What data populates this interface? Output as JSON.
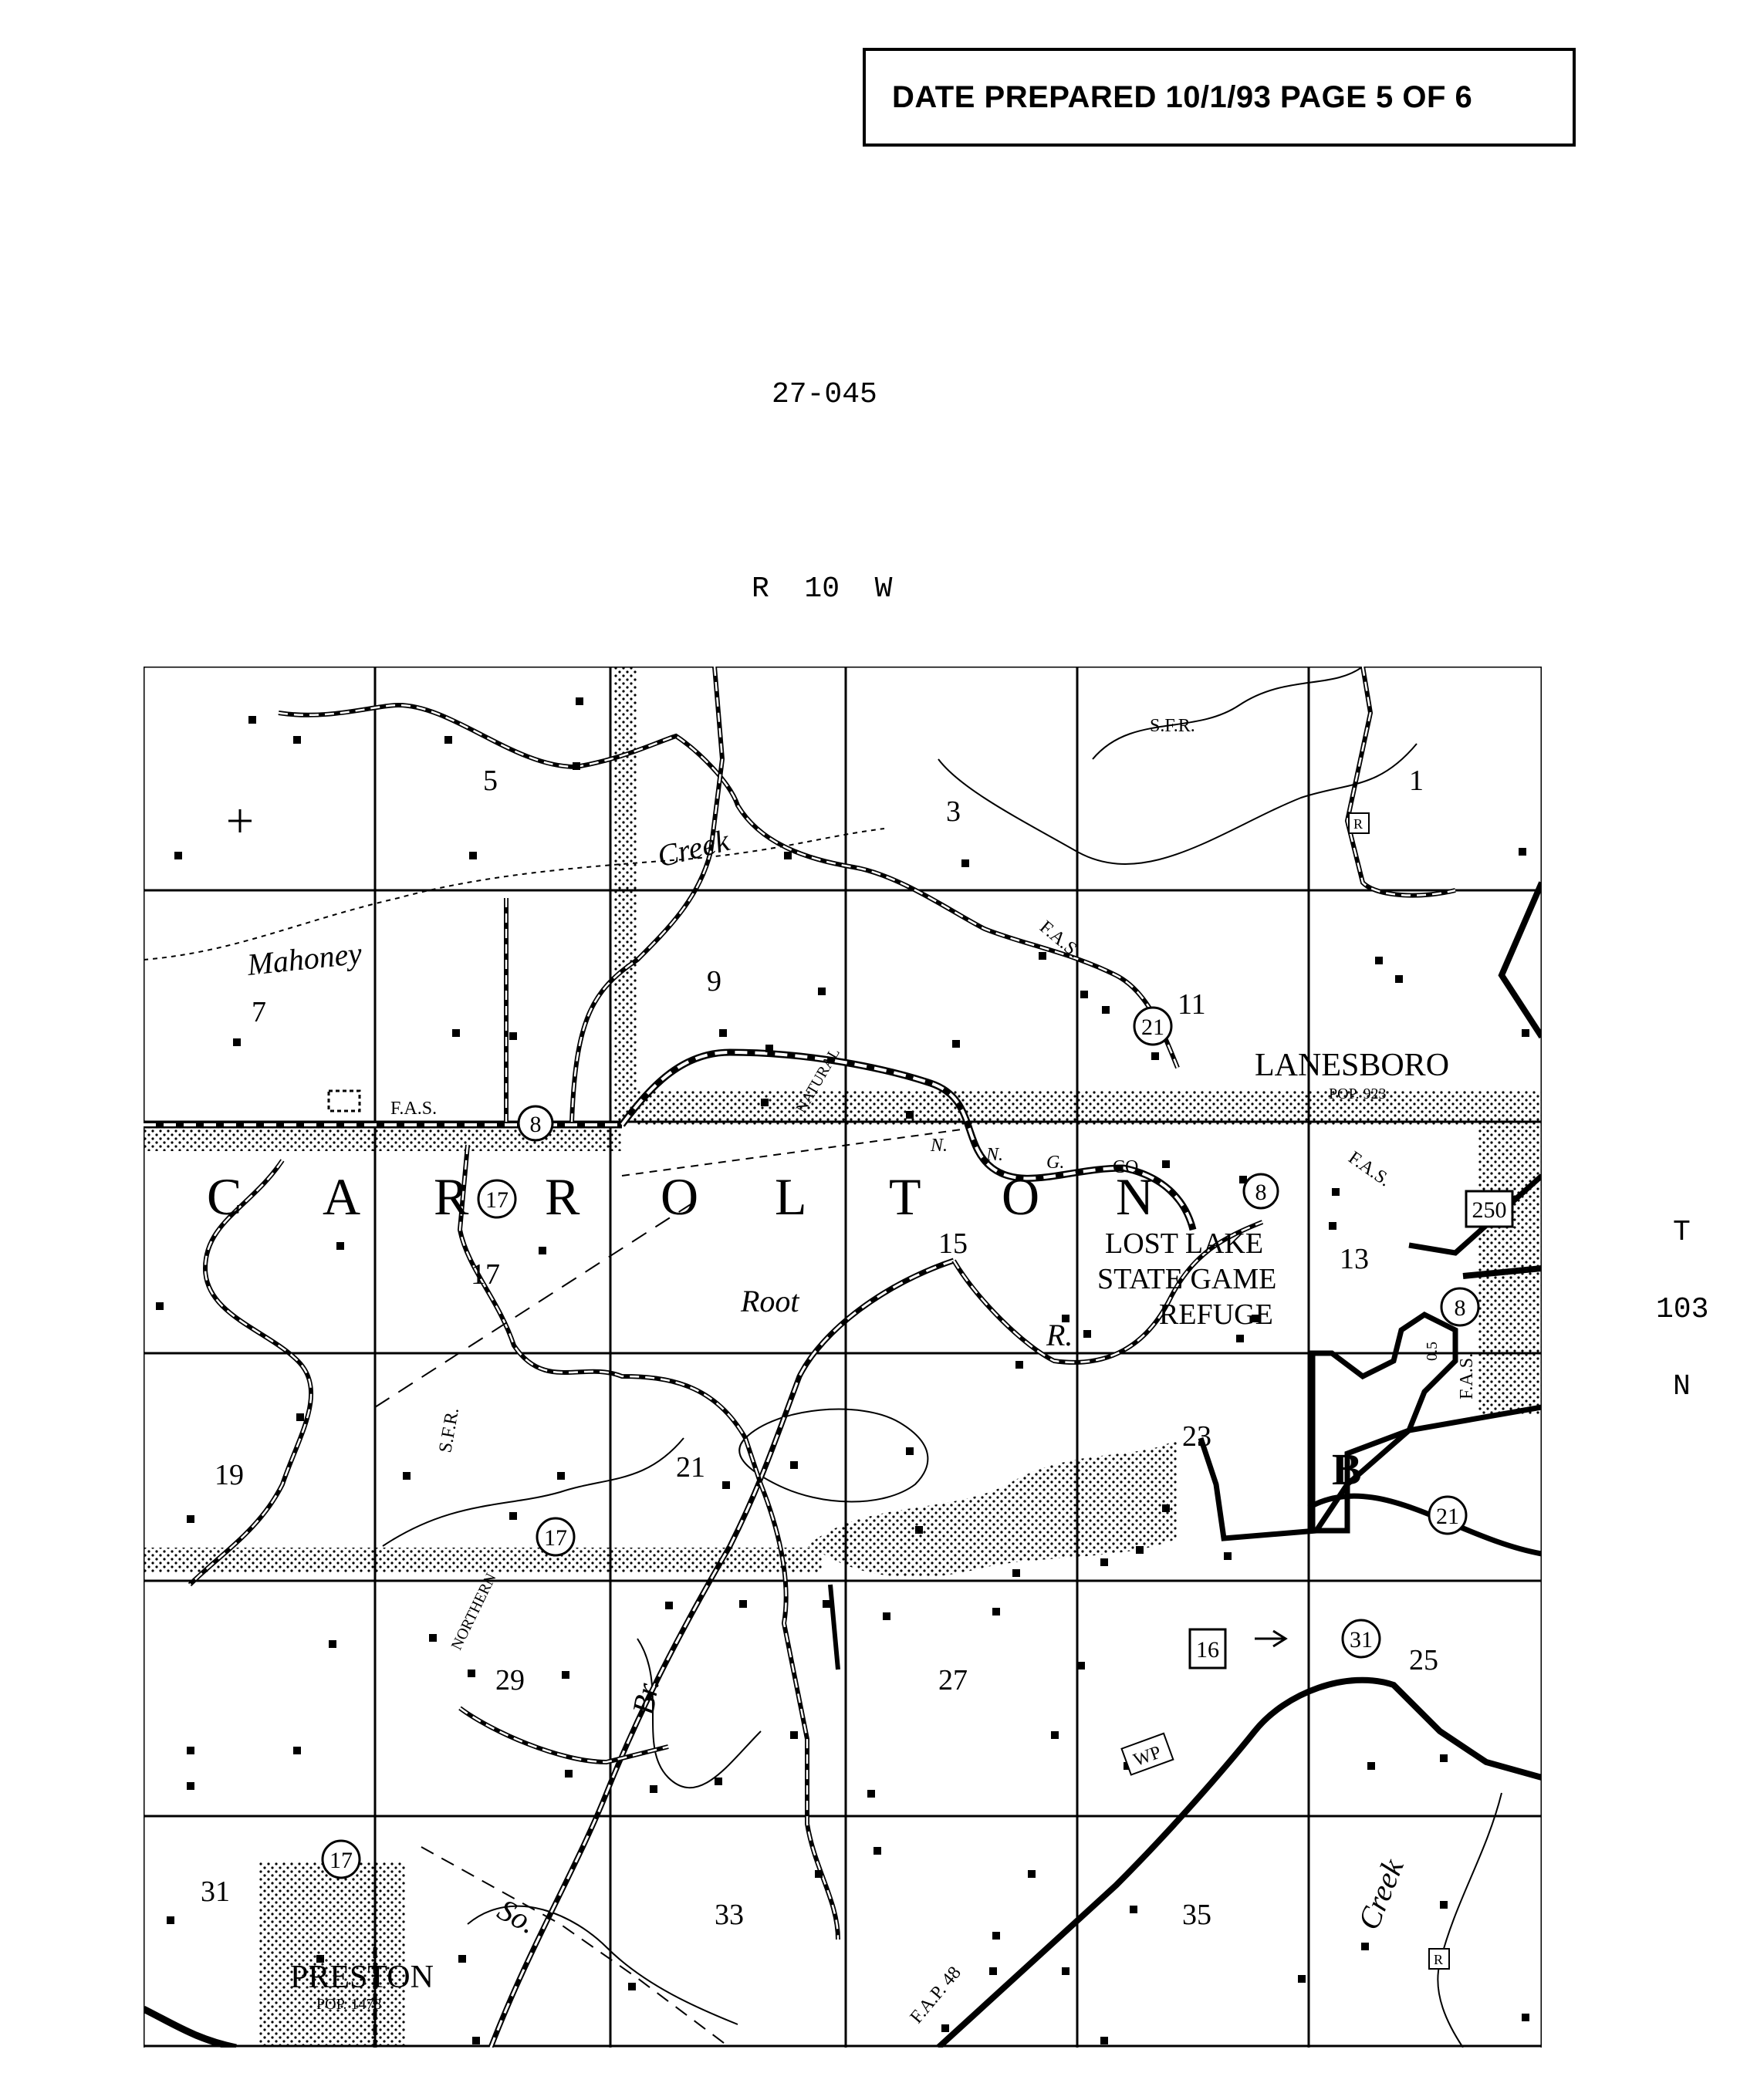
{
  "header": {
    "text": "DATE PREPARED 10/1/93  PAGE 5 OF 6"
  },
  "map_id": "27-045",
  "range": "R  10  W",
  "township": {
    "t": "T",
    "number": "103",
    "n": "N"
  },
  "map": {
    "township_name": [
      "C",
      "A",
      "R",
      "R",
      "O",
      "L",
      "T",
      "O",
      "N"
    ],
    "sections": [
      "5",
      "3",
      "1",
      "7",
      "9",
      "11",
      "17",
      "15",
      "13",
      "19",
      "21",
      "23",
      "29",
      "27",
      "25",
      "31",
      "33",
      "35"
    ],
    "towns": [
      {
        "name": "LANESBORO",
        "pop": "POP. 923"
      },
      {
        "name": "PRESTON",
        "pop": "POP. 1478"
      }
    ],
    "refuge": [
      "LOST LAKE",
      "STATE GAME",
      "REFUGE"
    ],
    "streams": [
      "Creek",
      "Mahoney",
      "Root",
      "R.",
      "Br.",
      "So.",
      "Creek"
    ],
    "route_labels": [
      "8",
      "8",
      "8",
      "17",
      "17",
      "17",
      "21",
      "21",
      "31",
      "16",
      "250"
    ],
    "road_labels": [
      "F.A.S.",
      "F.A.S.",
      "F.A.S.",
      "F.A.S.",
      "S.F.R.",
      "S.F.R.",
      "F.A.P. 48",
      "NATURAL",
      "NORTHERN",
      "N.",
      "N.",
      "G.",
      "CO.",
      "WP",
      "0.5",
      "B",
      "R",
      "R"
    ]
  }
}
